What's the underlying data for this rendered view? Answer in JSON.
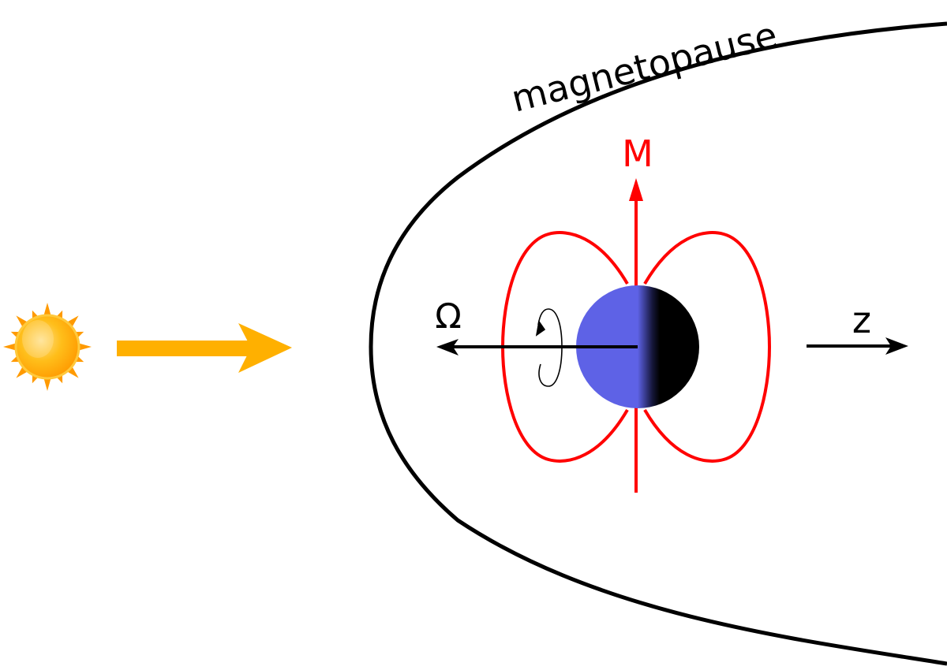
{
  "diagram": {
    "labels": {
      "magnetopause": "magnetopause",
      "magnetic_moment": "M",
      "rotation_axis": "Ω",
      "z_axis": "z"
    },
    "colors": {
      "magnetopause": "#000000",
      "field_lines": "#ff0000",
      "magnetic_moment": "#ff0000",
      "solar_wind_arrow": "#ffb000",
      "planet_day": "#5e62e6",
      "planet_night": "#000000",
      "axis_arrows": "#000000",
      "sun_core": "#ffb000",
      "sun_rays": "#ff9a00"
    },
    "icons": {
      "sun": "sun-icon",
      "solar_wind": "arrow-right-icon",
      "rotation": "rotation-arrow-icon"
    }
  }
}
